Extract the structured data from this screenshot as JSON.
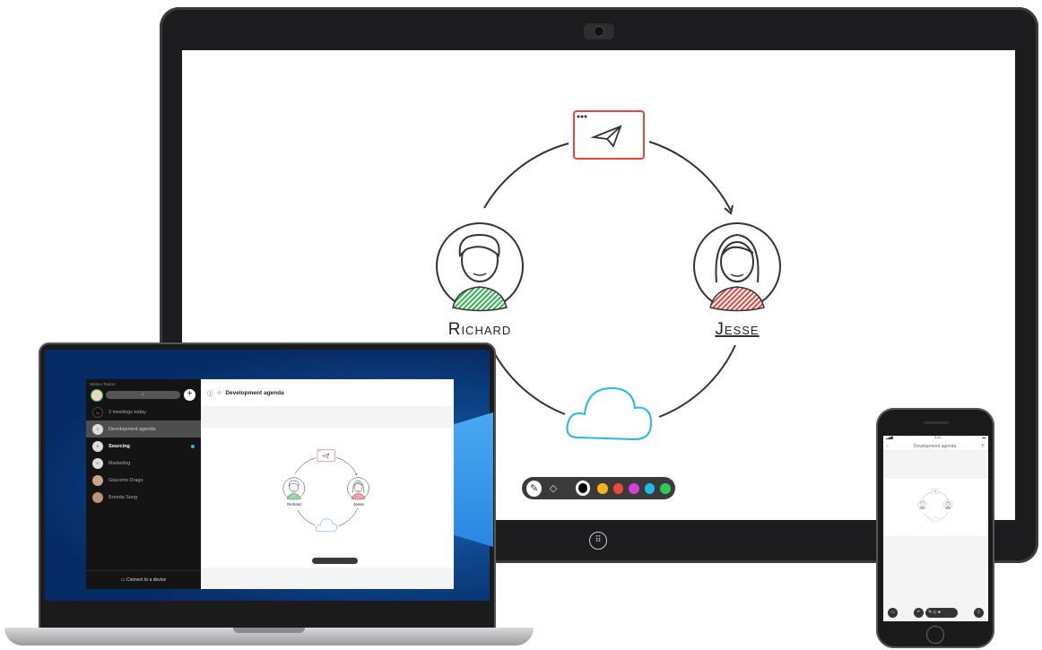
{
  "whiteboard": {
    "people": [
      {
        "name": "Richard",
        "shirt_color": "#2fb34a"
      },
      {
        "name": "Jesse",
        "shirt_color": "#e8453c"
      }
    ],
    "message_box_color": "#e8453c",
    "cloud_color": "#27b6e8",
    "icons": [
      "paper-plane-icon",
      "cloud-icon"
    ]
  },
  "board_toolbar": {
    "tools": [
      "pen-icon",
      "eraser-icon"
    ],
    "colors": [
      "#000000",
      "#f6b31b",
      "#f0453a",
      "#d23fd6",
      "#1ebbe6",
      "#2ec955"
    ],
    "selected_color": "#000000"
  },
  "laptop_app": {
    "app_title": "Webex Teams",
    "search_icon": "search-icon",
    "meetings": "2 meetings today",
    "spaces": [
      {
        "initial": "D",
        "label": "Development agenda",
        "selected": true
      },
      {
        "initial": "S",
        "label": "Sourcing",
        "unread": true
      },
      {
        "initial": "M",
        "label": "Marketing"
      },
      {
        "initial": "",
        "label": "Giacomo Drago"
      },
      {
        "initial": "",
        "label": "Brenda Song"
      }
    ],
    "connect": "Connect to a device",
    "space_title": "Development agenda"
  },
  "phone_app": {
    "time": "9:41",
    "title": "Development agenda"
  }
}
